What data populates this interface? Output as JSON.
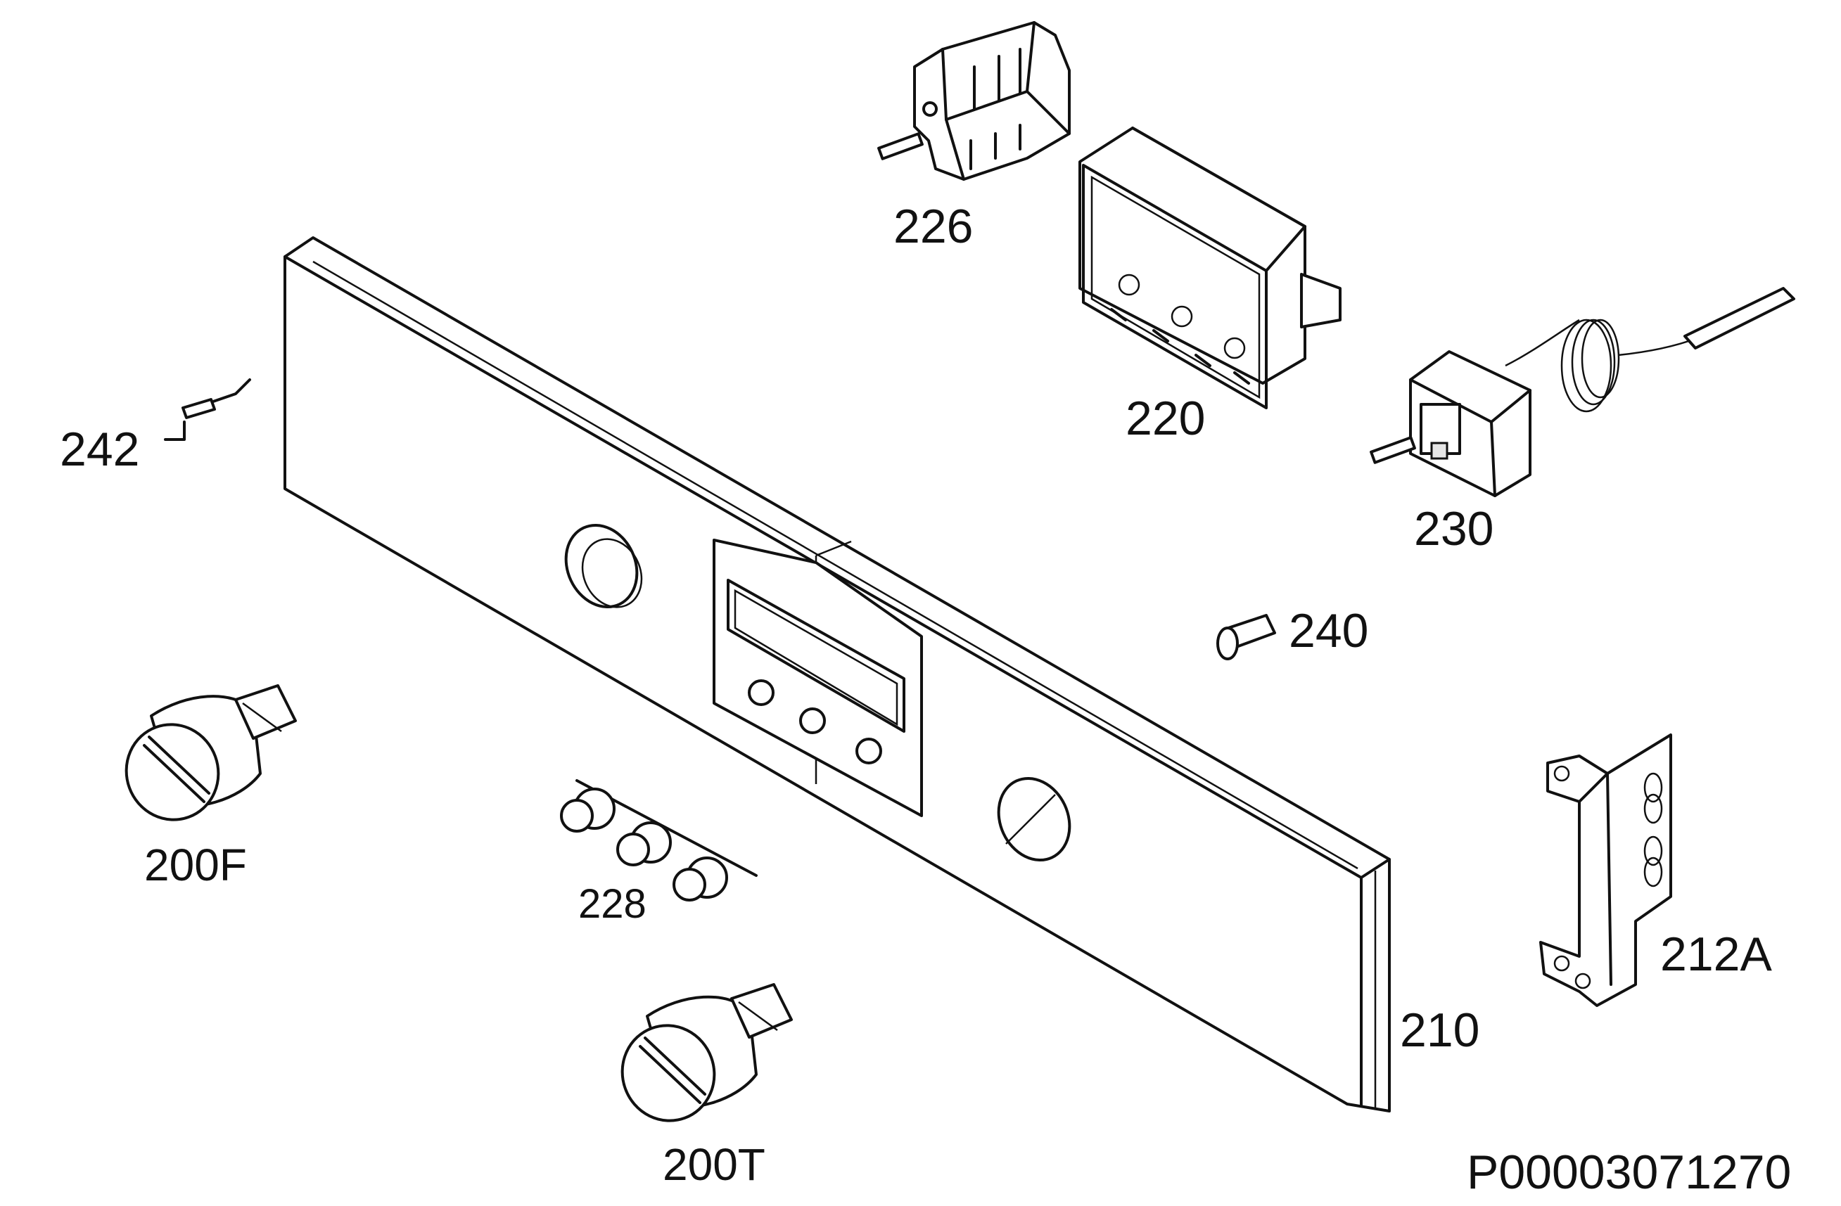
{
  "diagram": {
    "labels": {
      "l226": "226",
      "l220": "220",
      "l242": "242",
      "l230": "230",
      "l240": "240",
      "l200F": "200F",
      "l228": "228",
      "l212A": "212A",
      "l210": "210",
      "l200T": "200T",
      "drawing_no": "P00003071270"
    }
  }
}
